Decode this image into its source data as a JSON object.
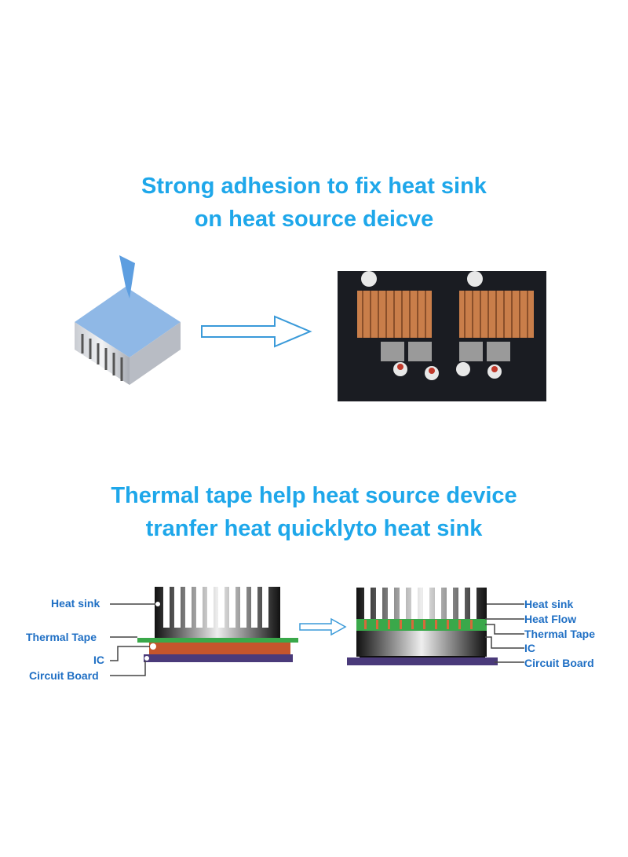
{
  "section1": {
    "title_line1": "Strong adhesion to fix heat sink",
    "title_line2": "on heat source deicve"
  },
  "section2": {
    "title_line1": "Thermal tape help heat source device",
    "title_line2": "tranfer heat quicklyto heat sink"
  },
  "diagram_left": {
    "labels": [
      "Heat sink",
      "Thermal Tape",
      "IC",
      "Circuit Board"
    ]
  },
  "diagram_right": {
    "labels": [
      "Heat sink",
      "Heat Flow",
      "Thermal Tape",
      "IC",
      "Circuit Board"
    ]
  },
  "colors": {
    "title": "#1ea7ea",
    "label": "#1f6fc4",
    "tape": "#3aa84a",
    "ic": "#c4552c",
    "board": "#4a3a7a"
  }
}
